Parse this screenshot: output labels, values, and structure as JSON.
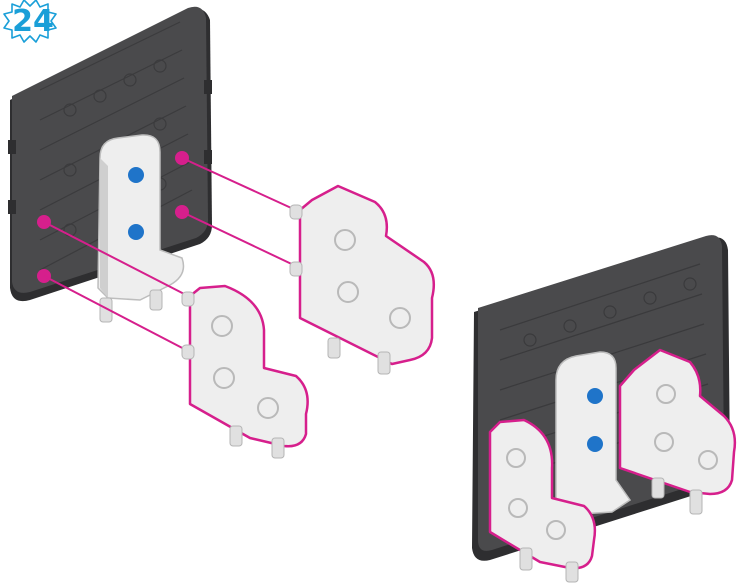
{
  "step": {
    "number": "24",
    "badge_color": "#1a9fd8"
  },
  "colors": {
    "panel_dark": "#4a4a4c",
    "panel_edge": "#2e2e30",
    "part_light": "#eeeeee",
    "part_shade": "#cfcfcf",
    "highlight_magenta": "#d61f8c",
    "hole_blue": "#1f74c9"
  },
  "assembly": {
    "exploded_view": "exploded-view",
    "assembled_view": "assembled-view"
  }
}
